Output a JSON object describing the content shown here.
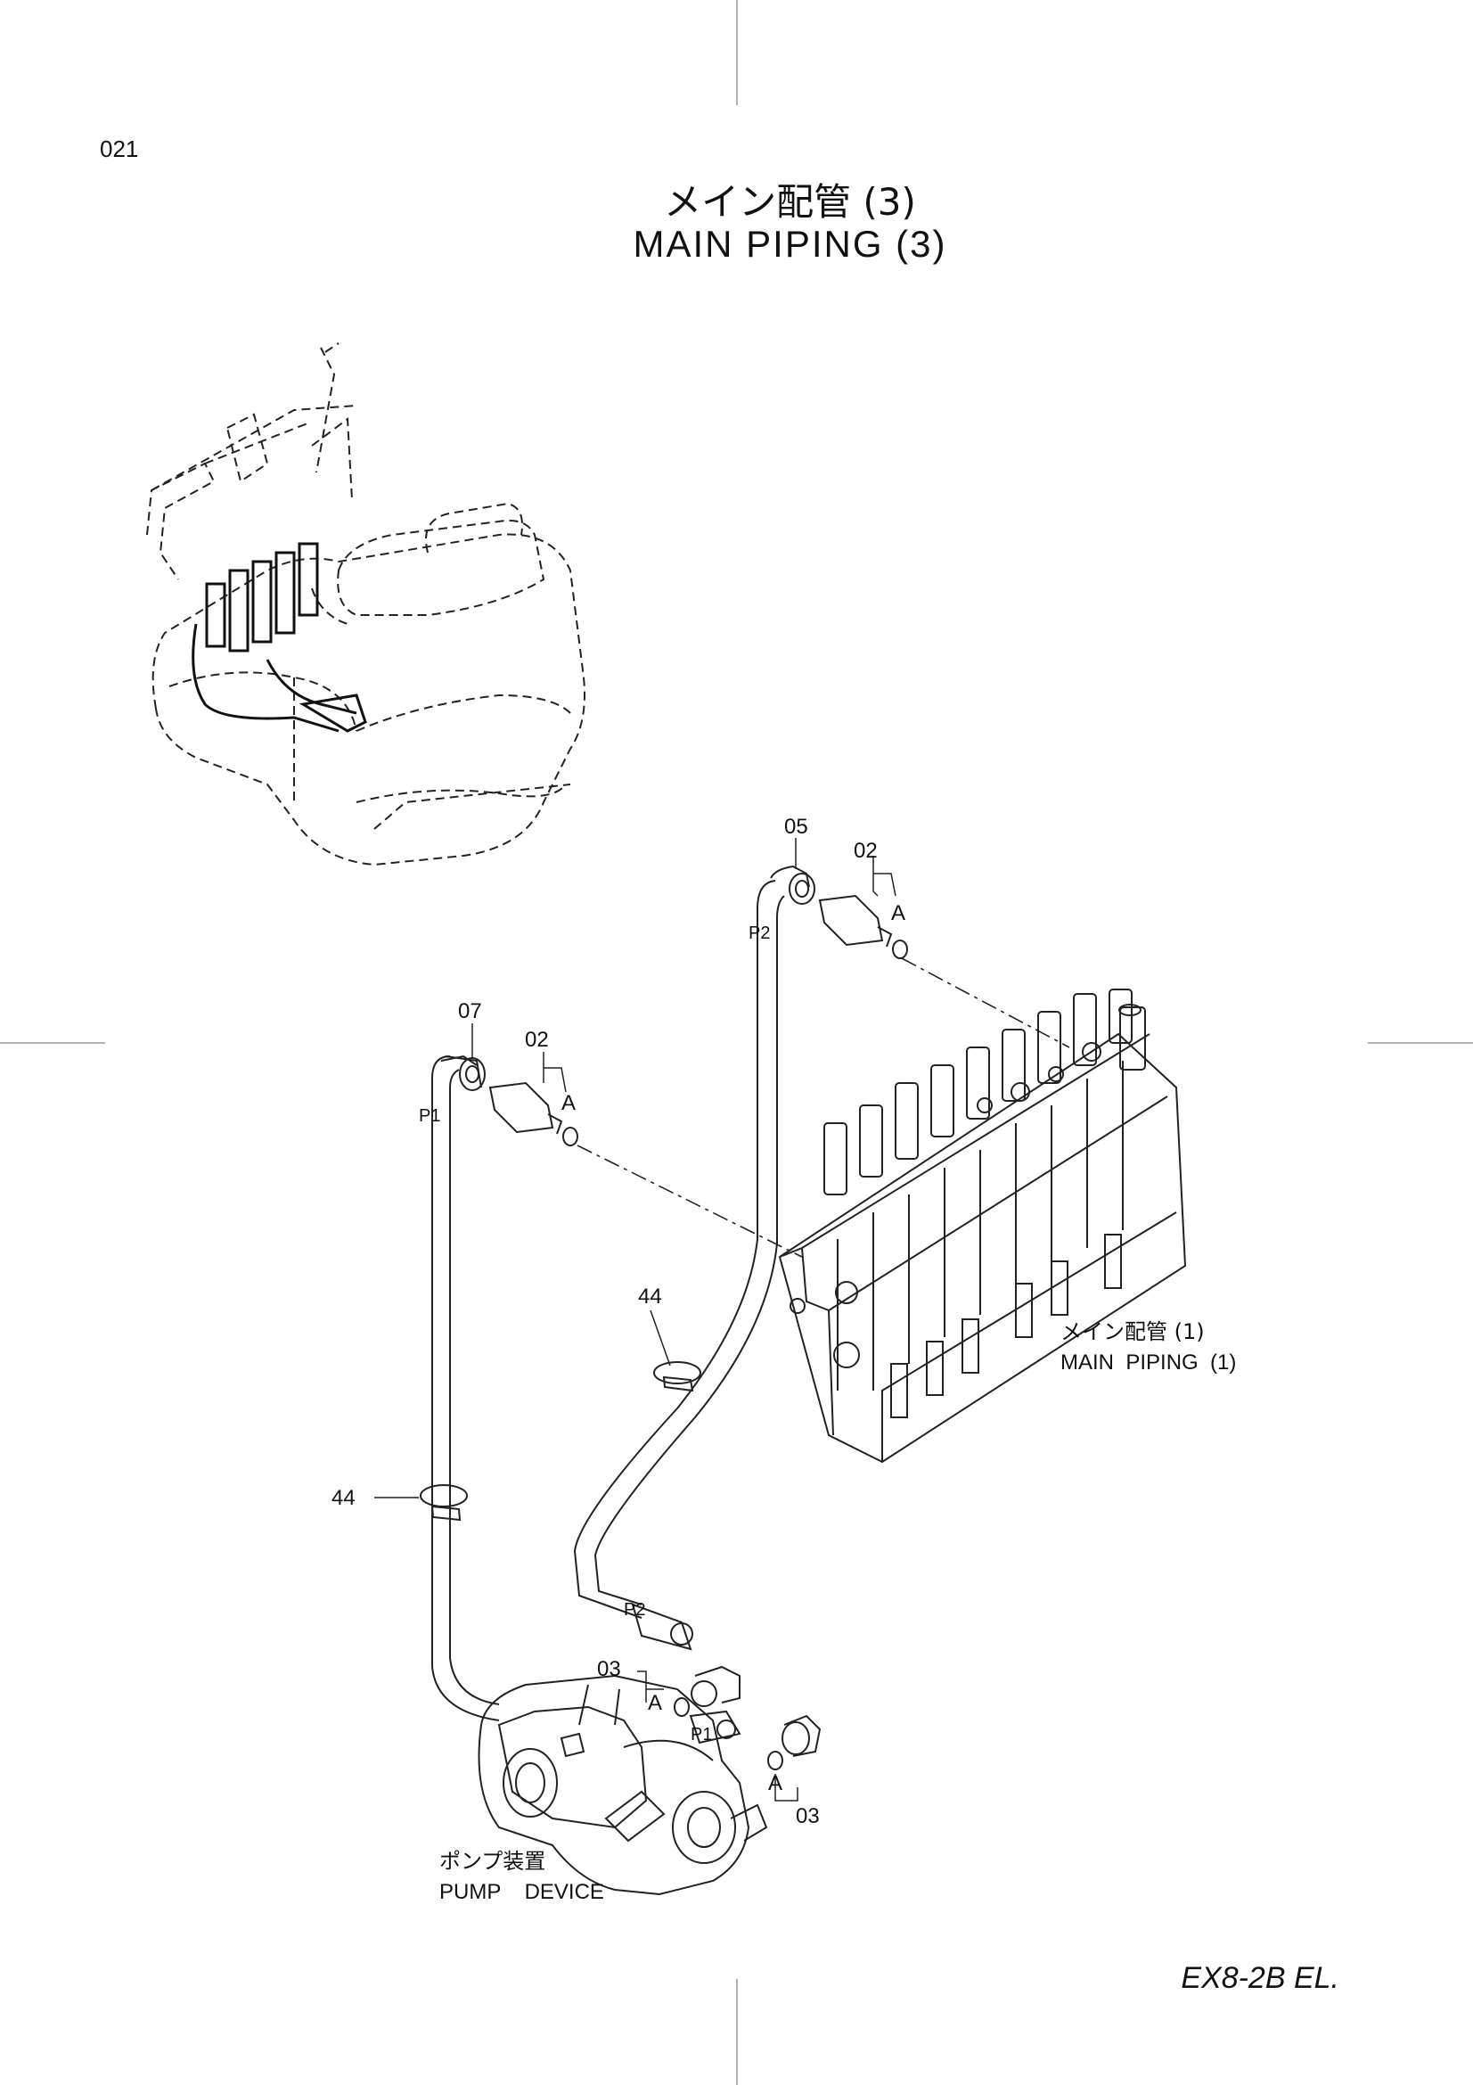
{
  "page": {
    "number": "021",
    "title_jp": "メイン配管 (3)",
    "title_en": "MAIN PIPING (3)",
    "model": "EX8-2B EL."
  },
  "callouts": {
    "c05": "05",
    "c02_upper": "02",
    "a_upper": "A",
    "p2_upper": "P2",
    "c07": "07",
    "c02_left": "02",
    "a_left": "A",
    "p1_upper": "P1",
    "c44_right": "44",
    "c44_left": "44",
    "p2_lower": "P2",
    "c03_upper": "03",
    "a_lower_left": "A",
    "p1_lower": "P1",
    "a_lower_right": "A",
    "c03_lower": "03"
  },
  "references": {
    "valve_jp": "メイン配管 (1)",
    "valve_en": "MAIN  PIPING  (1)",
    "pump_jp": "ポンプ装置",
    "pump_en": "PUMP    DEVICE"
  }
}
